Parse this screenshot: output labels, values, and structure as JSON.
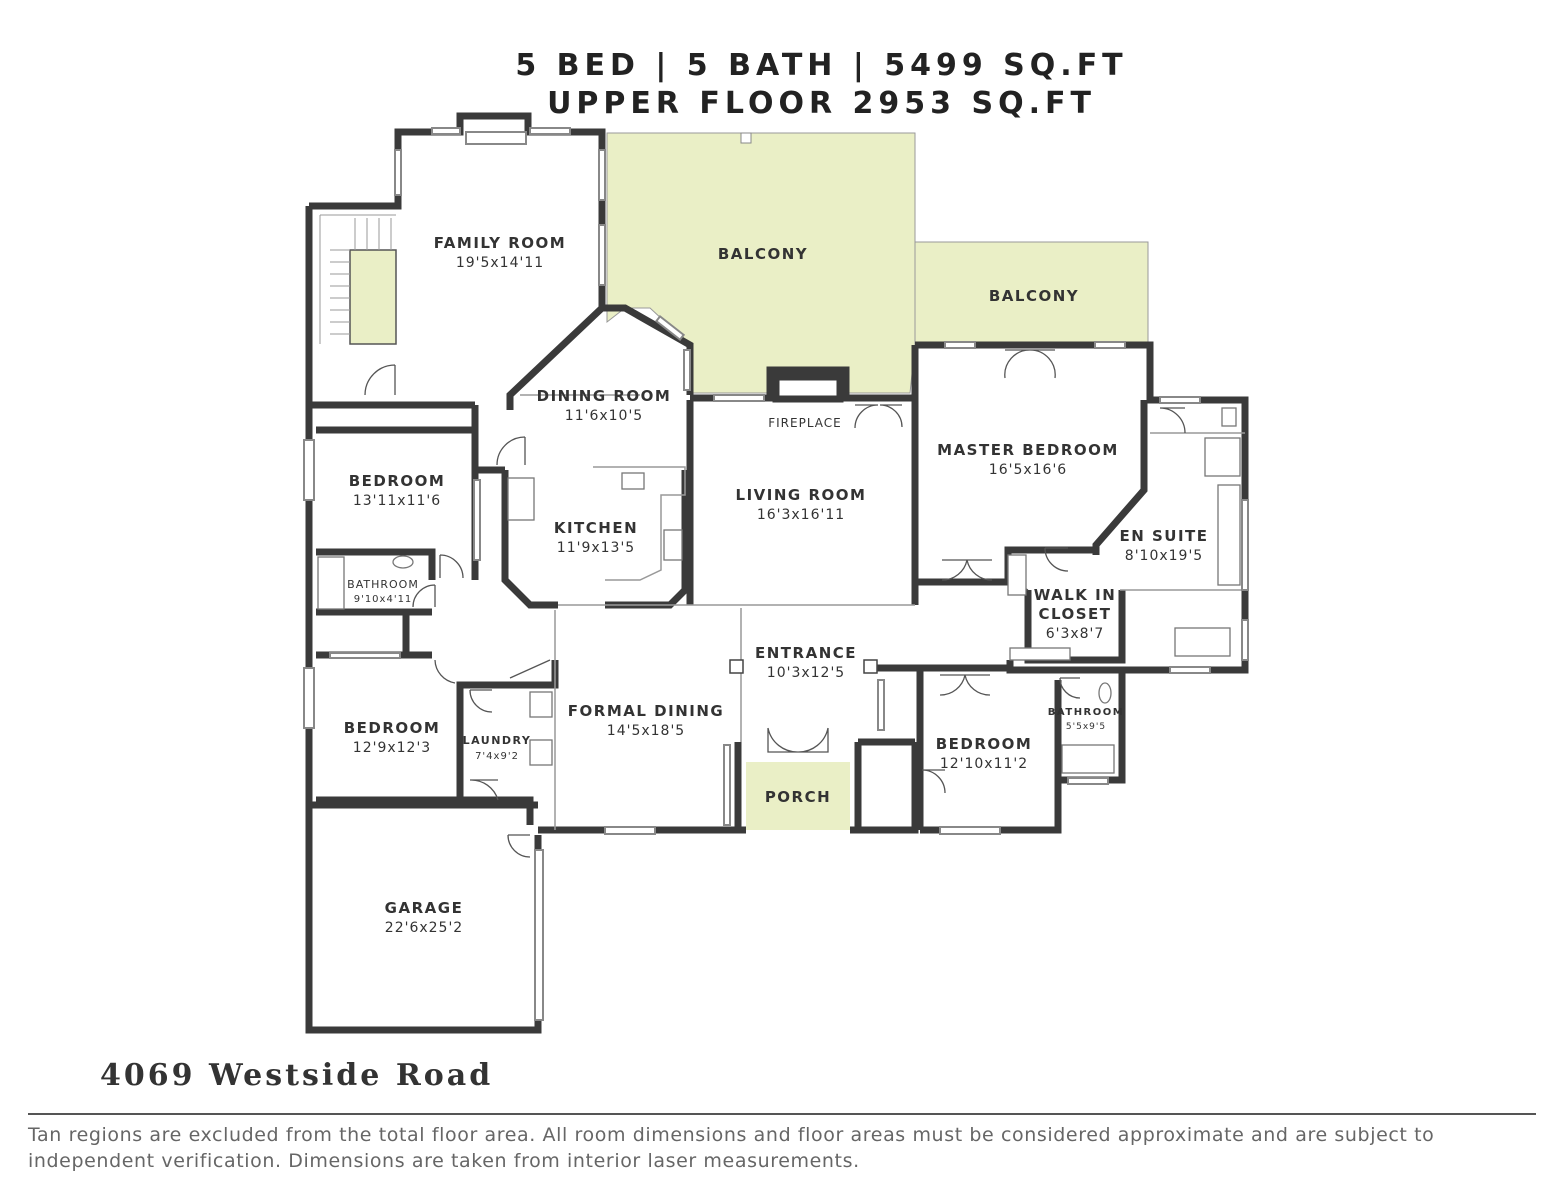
{
  "header": {
    "line1": "5 BED | 5 BATH | 5499 SQ.FT",
    "line2": "UPPER FLOOR 2953 SQ.FT"
  },
  "colors": {
    "wall": "#3a3a3a",
    "balcony": "#eaefc6",
    "porch": "#eaefc6"
  },
  "rooms": {
    "family_room": {
      "name": "FAMILY ROOM",
      "dims": "19'5x14'11"
    },
    "balcony_1": {
      "name": "BALCONY"
    },
    "balcony_2": {
      "name": "BALCONY"
    },
    "dining_room": {
      "name": "DINING ROOM",
      "dims": "11'6x10'5"
    },
    "kitchen": {
      "name": "KITCHEN",
      "dims": "11'9x13'5"
    },
    "living_room": {
      "name": "LIVING ROOM",
      "dims": "16'3x16'11"
    },
    "fireplace": {
      "name": "FIREPLACE"
    },
    "master_bedroom": {
      "name": "MASTER BEDROOM",
      "dims": "16'5x16'6"
    },
    "en_suite": {
      "name": "EN SUITE",
      "dims": "8'10x19'5"
    },
    "walk_in_closet": {
      "name_1": "WALK IN",
      "name_2": "CLOSET",
      "dims": "6'3x8'7"
    },
    "bedroom_nw": {
      "name": "BEDROOM",
      "dims": "13'11x11'6"
    },
    "bathroom_w": {
      "name": "BATHROOM",
      "dims": "9'10x4'11"
    },
    "bedroom_sw": {
      "name": "BEDROOM",
      "dims": "12'9x12'3"
    },
    "laundry": {
      "name": "LAUNDRY",
      "dims": "7'4x9'2"
    },
    "formal_dining": {
      "name": "FORMAL DINING",
      "dims": "14'5x18'5"
    },
    "entrance": {
      "name": "ENTRANCE",
      "dims": "10'3x12'5"
    },
    "porch": {
      "name": "PORCH"
    },
    "bedroom_se": {
      "name": "BEDROOM",
      "dims": "12'10x11'2"
    },
    "bathroom_e": {
      "name": "BATHROOM",
      "dims": "5'5x9'5"
    },
    "garage": {
      "name": "GARAGE",
      "dims": "22'6x25'2"
    }
  },
  "footer": {
    "address": "4069 Westside Road",
    "disclaimer": "Tan regions are excluded from the total floor area. All room dimensions and floor areas must be considered approximate and are subject to independent verification. Dimensions are taken from interior laser measurements."
  }
}
